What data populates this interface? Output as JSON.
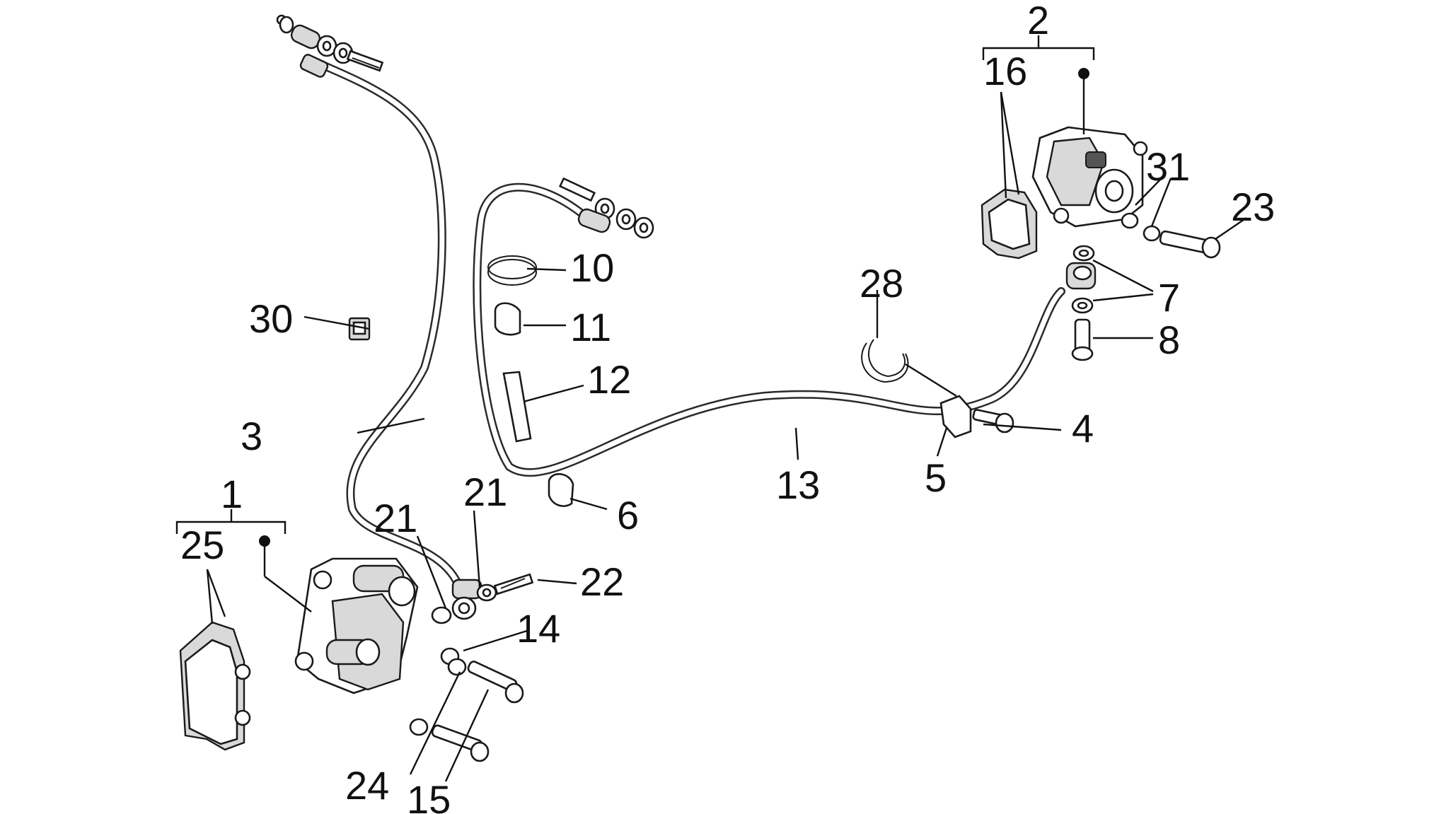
{
  "diagram": {
    "labels": [
      "1",
      "2",
      "3",
      "4",
      "5",
      "6",
      "7",
      "8",
      "10",
      "11",
      "12",
      "13",
      "14",
      "15",
      "16",
      "21",
      "21",
      "22",
      "23",
      "24",
      "25",
      "28",
      "30",
      "31"
    ]
  }
}
